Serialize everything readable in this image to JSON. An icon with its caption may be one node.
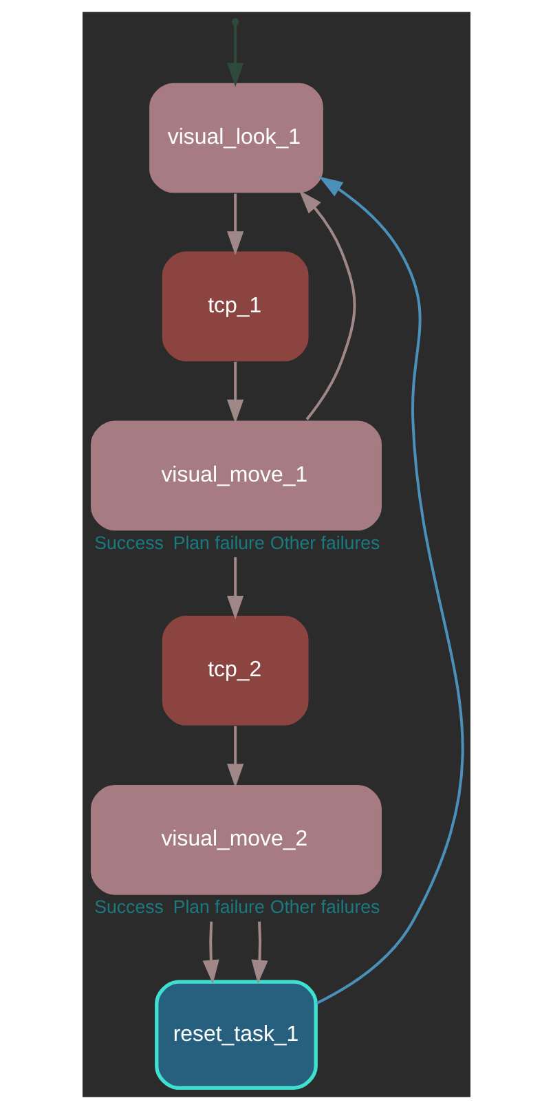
{
  "diagram": {
    "nodes": [
      {
        "text": [
          "visual_look_1"
        ]
      },
      {
        "text": [
          "tcp_1"
        ]
      },
      {
        "text": [
          "visual_move_1"
        ],
        "beside": [
          "Success",
          "Plan failure",
          "Other failures"
        ]
      },
      {
        "text": [
          "tcp_2"
        ]
      },
      {
        "text": [
          "visual_move_2"
        ],
        "beside": [
          "Success",
          "Plan failure",
          "Other failures"
        ]
      },
      {
        "text": [
          "reset_task_1"
        ]
      }
    ],
    "edges": [
      {
        "from": null,
        "to": 0,
        "arrow": "to",
        "color": "#2e4a3a"
      },
      {
        "from": 0,
        "to": 1,
        "arrow": "to"
      },
      {
        "from": 1,
        "to": 2,
        "arrow": "to"
      },
      {
        "from": 2,
        "to": 0,
        "arrow": "to"
      },
      {
        "from": 2,
        "to": 3,
        "arrow": "to"
      },
      {
        "from": 3,
        "to": 4,
        "arrow": "to"
      },
      {
        "from": 4,
        "to": 5,
        "arrow": "to"
      },
      {
        "from": 4,
        "to": 5,
        "arrow": "to"
      },
      {
        "from": 5,
        "to": 0,
        "arrow": "to",
        "color": "#4a90b8"
      }
    ]
  }
}
